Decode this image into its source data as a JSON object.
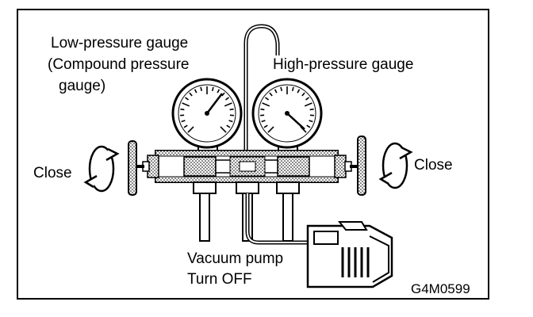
{
  "labels": {
    "low_pressure_line1": "Low-pressure gauge",
    "low_pressure_line2": "(Compound pressure",
    "low_pressure_line3": "gauge)",
    "high_pressure": "High-pressure gauge",
    "close_left": "Close",
    "close_right": "Close",
    "vacuum_pump_line1": "Vacuum pump",
    "vacuum_pump_line2": "Turn OFF",
    "figure_code": "G4M0599"
  },
  "colors": {
    "ink": "#000000",
    "paper": "#ffffff",
    "shade": "#8a8a8a"
  }
}
